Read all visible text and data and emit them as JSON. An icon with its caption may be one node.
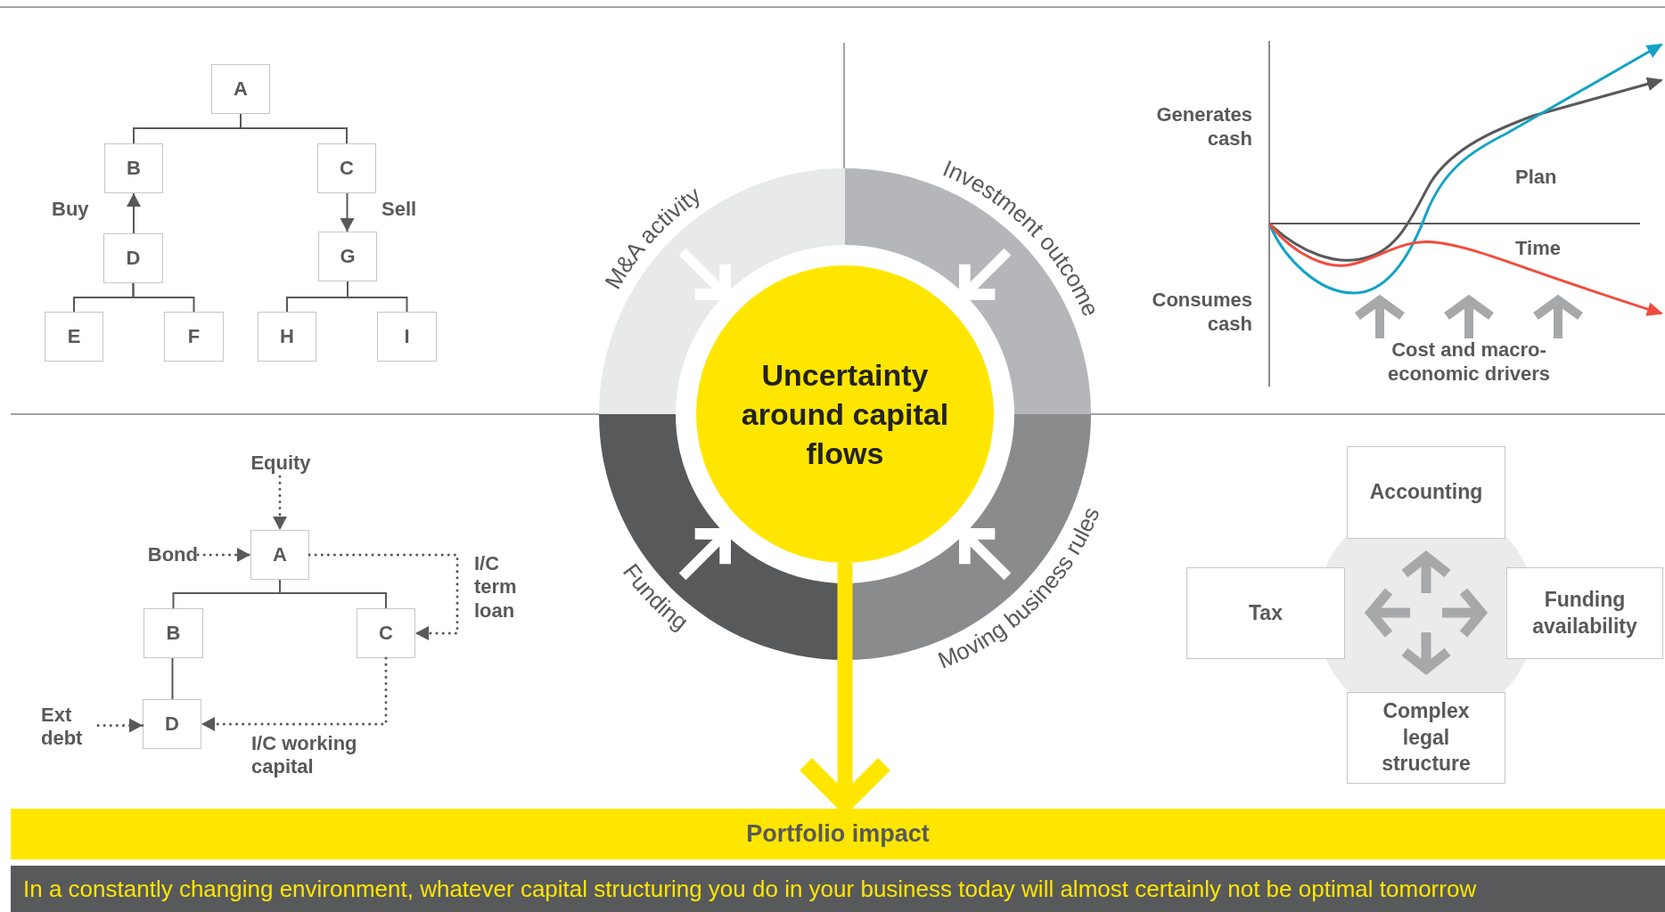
{
  "diagram": {
    "nodes": [
      {
        "text": [
          "A"
        ]
      },
      {
        "text": [
          "B"
        ]
      },
      {
        "text": [
          "C"
        ]
      },
      {
        "text": [
          "D"
        ]
      },
      {
        "text": [
          "G"
        ]
      },
      {
        "text": [
          "E"
        ]
      },
      {
        "text": [
          "F"
        ]
      },
      {
        "text": [
          "H"
        ]
      },
      {
        "text": [
          "I"
        ]
      },
      {
        "text": [
          "M&A activity"
        ]
      },
      {
        "text": [
          "Investment outcome"
        ]
      },
      {
        "text": [
          "Uncertainty around capital flows"
        ]
      },
      {
        "text": [
          "Funding"
        ]
      },
      {
        "text": [
          "Moving business rules"
        ]
      },
      {
        "text": [
          "Equity"
        ]
      },
      {
        "text": [
          "Bond"
        ]
      },
      {
        "text": [
          "A"
        ]
      },
      {
        "text": [
          "B"
        ]
      },
      {
        "text": [
          "C"
        ]
      },
      {
        "text": [
          "Ext debt"
        ]
      },
      {
        "text": [
          "D"
        ]
      },
      {
        "text": [
          "Accounting"
        ]
      },
      {
        "text": [
          "Tax"
        ]
      },
      {
        "text": [
          "Funding availability"
        ]
      },
      {
        "text": [
          "Complex legal structure"
        ]
      },
      {
        "text": [
          "Portfolio impact"
        ]
      },
      {
        "text": [
          "In a constantly changing environment, whatever capital structuring you do in your business today will almost certainly not be optimal tomorrow"
        ]
      }
    ],
    "edges": [
      {
        "from": 0,
        "to": 1,
        "arrow": "none"
      },
      {
        "from": 0,
        "to": 2,
        "arrow": "none"
      },
      {
        "from": 3,
        "to": 1,
        "arrow": "to",
        "label": "Buy"
      },
      {
        "from": 2,
        "to": 4,
        "arrow": "to",
        "label": "Sell"
      },
      {
        "from": 3,
        "to": 5,
        "arrow": "none"
      },
      {
        "from": 3,
        "to": 6,
        "arrow": "none"
      },
      {
        "from": 4,
        "to": 7,
        "arrow": "none"
      },
      {
        "from": 4,
        "to": 8,
        "arrow": "none"
      },
      {
        "from": 9,
        "to": 11,
        "arrow": "to",
        "style": "thick",
        "color": "#ffffff"
      },
      {
        "from": 10,
        "to": 11,
        "arrow": "to",
        "style": "thick",
        "color": "#ffffff"
      },
      {
        "from": 12,
        "to": 11,
        "arrow": "to",
        "style": "thick",
        "color": "#ffffff"
      },
      {
        "from": 13,
        "to": 11,
        "arrow": "to",
        "style": "thick",
        "color": "#ffffff"
      },
      {
        "from": 11,
        "to": 25,
        "arrow": "to",
        "style": "thick",
        "color": "#ffe600"
      },
      {
        "from": 14,
        "to": 16,
        "arrow": "to",
        "style": "dashed"
      },
      {
        "from": 15,
        "to": 16,
        "arrow": "to",
        "style": "dashed"
      },
      {
        "from": 16,
        "to": 17,
        "arrow": "none"
      },
      {
        "from": 16,
        "to": 18,
        "arrow": "none"
      },
      {
        "from": 16,
        "to": 18,
        "arrow": "to",
        "style": "dashed",
        "label": "I/C term loan"
      },
      {
        "from": 17,
        "to": 20,
        "arrow": "none"
      },
      {
        "from": 19,
        "to": 20,
        "arrow": "to",
        "style": "dashed"
      },
      {
        "from": 18,
        "to": 20,
        "arrow": "to",
        "style": "dashed",
        "label": "I/C working capital"
      }
    ],
    "labels": [
      "Generates cash",
      "Consumes cash",
      "Plan",
      "Time",
      "Cost and macro-economic drivers"
    ]
  }
}
